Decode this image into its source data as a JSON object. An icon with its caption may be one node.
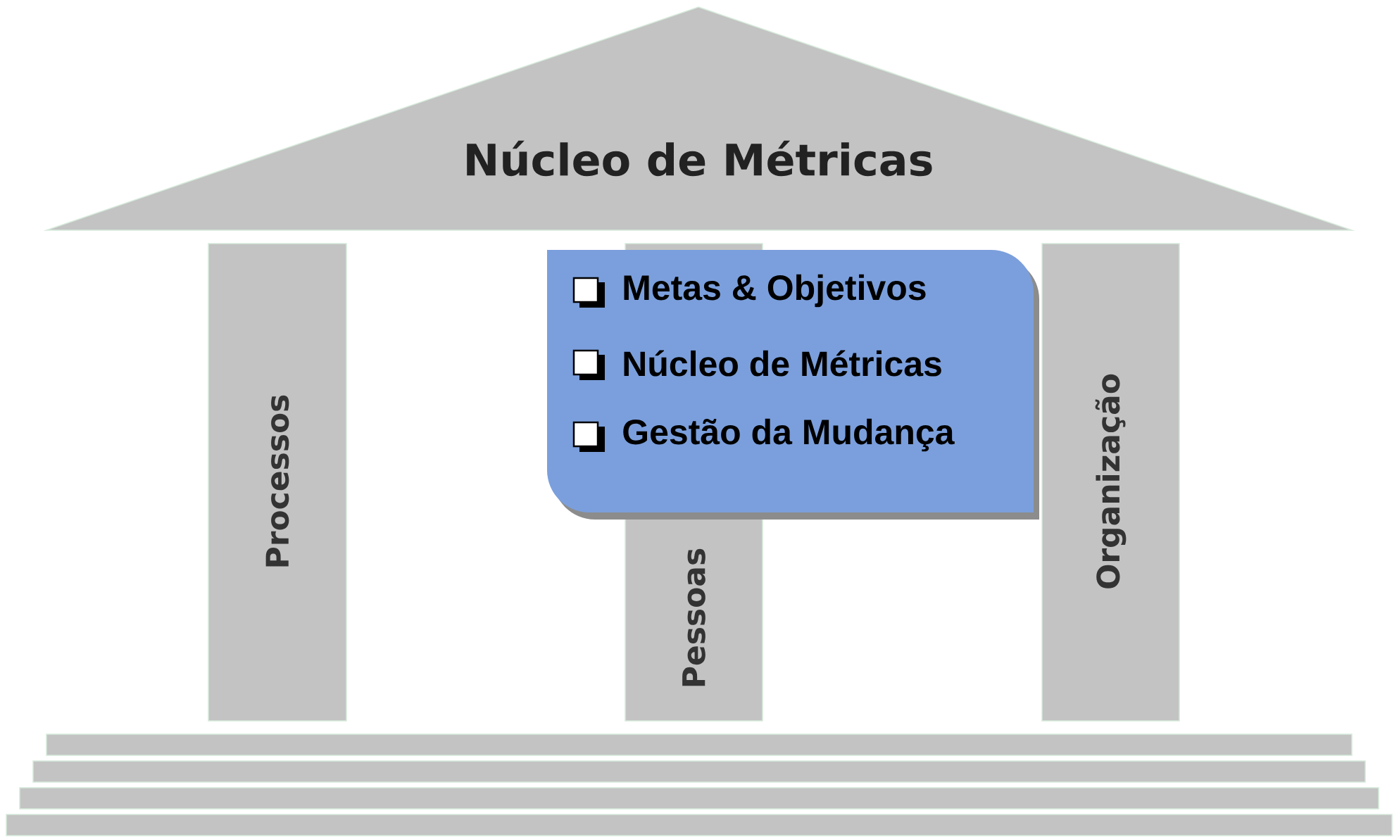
{
  "diagram": {
    "nodes": [
      {
        "text": [
          "Núcleo de Métricas"
        ]
      },
      {
        "text": [
          "Processos"
        ]
      },
      {
        "text": [
          "Pessoas"
        ]
      },
      {
        "text": [
          "Organização"
        ]
      },
      {
        "text": [
          "Metas & Objetivos",
          "Núcleo de Métricas",
          "Gestão da Mudança"
        ]
      },
      {
        "text": [],
        "shape": "bar"
      },
      {
        "text": [],
        "shape": "bar"
      },
      {
        "text": [],
        "shape": "bar"
      },
      {
        "text": [],
        "shape": "bar"
      }
    ]
  }
}
